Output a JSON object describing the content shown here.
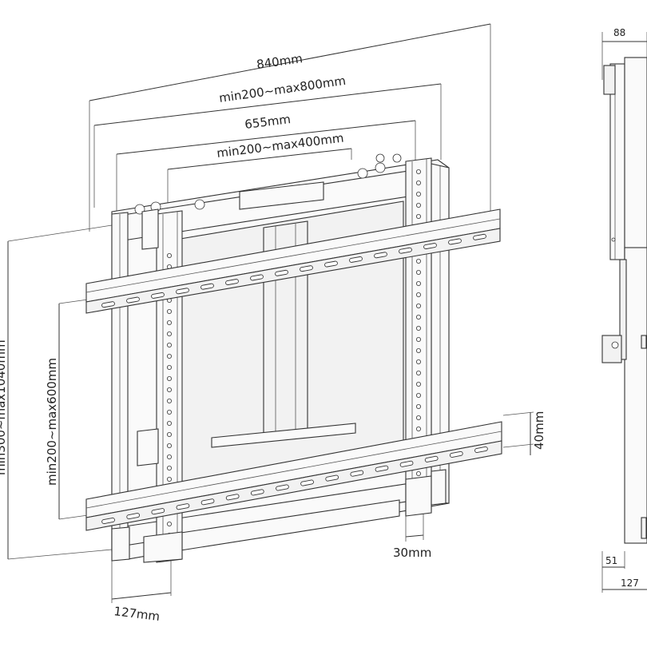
{
  "dimensions": {
    "overall_width": "840mm",
    "horizontal_range": "min200~max800mm",
    "inner_width": "655mm",
    "inner_range": "min200~max400mm",
    "vertical_range": "min200~max600mm",
    "overall_height_partial": "min300~max1040mm",
    "rail_height": "40mm",
    "upright_width": "30mm",
    "bottom_depth": "127mm",
    "side_depth_top": "88",
    "side_depth_bottom_inner": "51",
    "side_depth_bottom_outer": "127"
  }
}
